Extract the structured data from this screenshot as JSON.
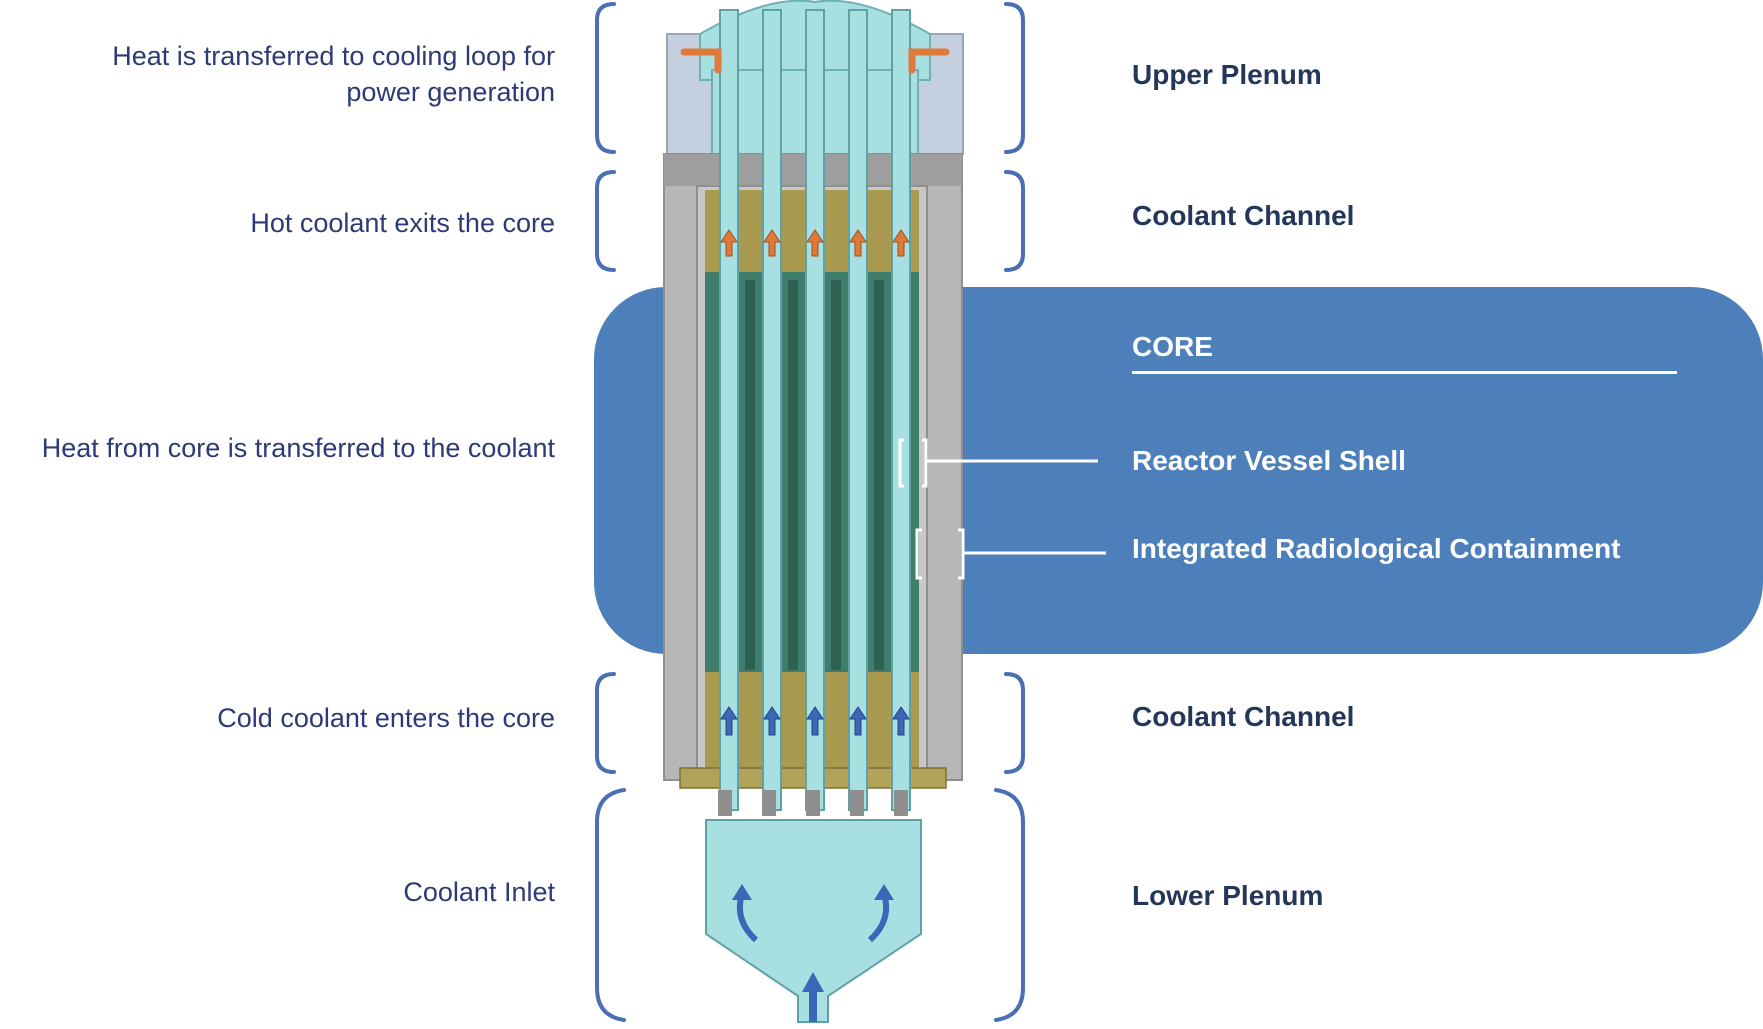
{
  "left_labels": {
    "upper_line1": "Heat is transferred to cooling loop for",
    "upper_line2": "power generation",
    "hot": "Hot coolant exits the core",
    "core": "Heat from core is transferred to the coolant",
    "cold": "Cold coolant enters the core",
    "inlet": "Coolant Inlet"
  },
  "right_labels": {
    "upper_plenum": "Upper Plenum",
    "coolant_channel_top": "Coolant Channel",
    "core_heading": "CORE",
    "vessel_shell": "Reactor Vessel Shell",
    "containment": "Integrated Radiological Containment",
    "coolant_channel_bottom": "Coolant Channel",
    "lower_plenum": "Lower Plenum"
  },
  "colors": {
    "core_panel": "#4d7fbb",
    "bracket": "#4a6fb3",
    "left_text": "#2e3a78",
    "right_text": "#24375a",
    "coolant": "#a8e0e2",
    "fuel_green": "#3f7d6c",
    "yellow_zone": "#a99a4f",
    "vessel_gray": "#b7b7b7",
    "hot_arrow": "#e07a3a",
    "cold_arrow": "#3a68b8"
  }
}
